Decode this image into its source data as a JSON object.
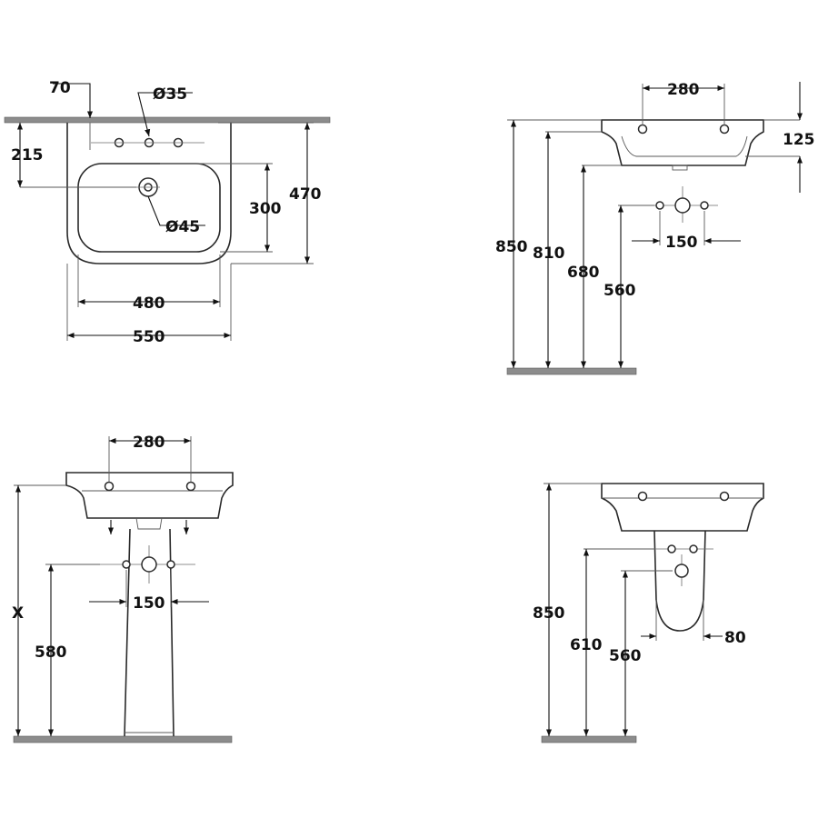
{
  "top_view": {
    "labels": {
      "offset_70": "70",
      "tap_hole_dia": "Ø35",
      "depth_215": "215",
      "waste_dia": "Ø45",
      "bowl_300": "300",
      "depth_470": "470",
      "bowl_width_480": "480",
      "width_550": "550"
    }
  },
  "side_view": {
    "labels": {
      "tap_spacing_280": "280",
      "thickness_125": "125",
      "height_850": "850",
      "height_810": "810",
      "height_680": "680",
      "height_560": "560",
      "spacing_150": "150"
    }
  },
  "front_pedestal_view": {
    "labels": {
      "tap_spacing_280": "280",
      "height_x": "X",
      "height_580": "580",
      "spacing_150": "150"
    }
  },
  "side_semipedestal_view": {
    "labels": {
      "height_850": "850",
      "height_610": "610",
      "height_560": "560",
      "offset_80": "80"
    }
  }
}
